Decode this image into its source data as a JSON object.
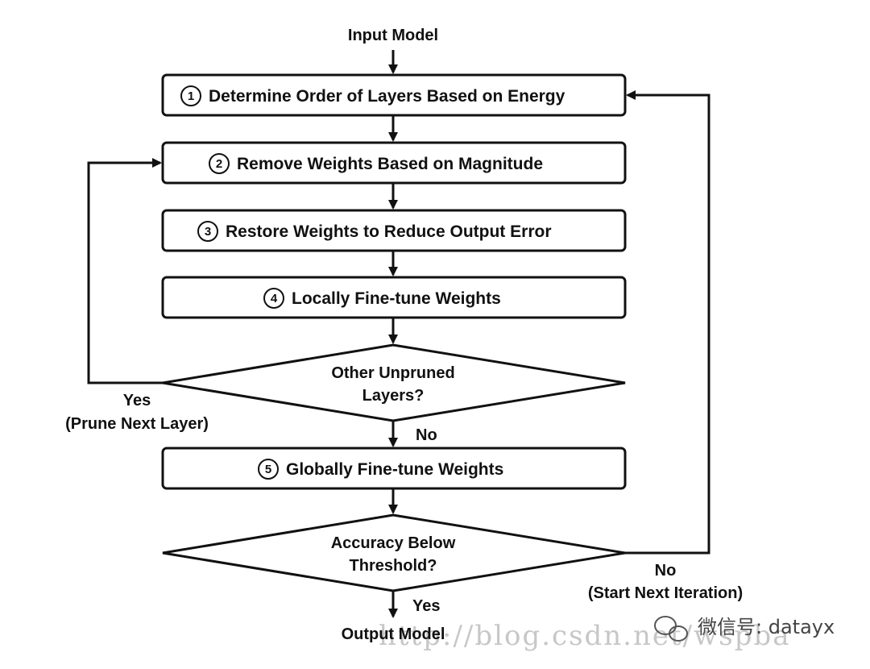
{
  "input_label": "Input Model",
  "output_label": "Output Model",
  "steps": [
    {
      "num": "1",
      "text": "Determine Order of Layers Based on Energy"
    },
    {
      "num": "2",
      "text": "Remove Weights Based on Magnitude"
    },
    {
      "num": "3",
      "text": "Restore Weights to Reduce Output Error"
    },
    {
      "num": "4",
      "text": "Locally Fine-tune Weights"
    },
    {
      "num": "5",
      "text": "Globally Fine-tune Weights"
    }
  ],
  "decisions": [
    {
      "line1": "Other Unpruned",
      "line2": "Layers?",
      "yes_line1": "Yes",
      "yes_line2": "(Prune Next Layer)",
      "no_line1": "No"
    },
    {
      "line1": "Accuracy Below",
      "line2": "Threshold?",
      "yes_line1": "Yes",
      "no_line1": "No",
      "no_line2": "(Start Next Iteration)"
    }
  ],
  "watermark": {
    "url": "http://blog.csdn.net/wspba",
    "wechat": "微信号: datayx"
  },
  "colors": {
    "stroke": "#111111",
    "background": "#ffffff"
  }
}
